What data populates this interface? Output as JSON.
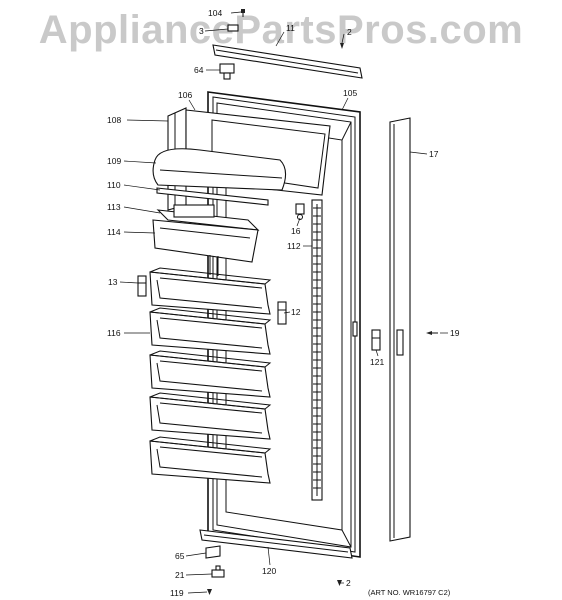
{
  "watermark": "AppliancePartsPros.com",
  "art_number": "(ART NO. WR16797 C2)",
  "parts": [
    {
      "id": "p104",
      "label": "104"
    },
    {
      "id": "p3",
      "label": "3"
    },
    {
      "id": "p11",
      "label": "11"
    },
    {
      "id": "p2a",
      "label": "2"
    },
    {
      "id": "p64",
      "label": "64"
    },
    {
      "id": "p106",
      "label": "106"
    },
    {
      "id": "p105",
      "label": "105"
    },
    {
      "id": "p108",
      "label": "108"
    },
    {
      "id": "p17",
      "label": "17"
    },
    {
      "id": "p109",
      "label": "109"
    },
    {
      "id": "p110",
      "label": "110"
    },
    {
      "id": "p113",
      "label": "113"
    },
    {
      "id": "p16",
      "label": "16"
    },
    {
      "id": "p114",
      "label": "114"
    },
    {
      "id": "p112",
      "label": "112"
    },
    {
      "id": "p13",
      "label": "13"
    },
    {
      "id": "p12",
      "label": "12"
    },
    {
      "id": "p116",
      "label": "116"
    },
    {
      "id": "p19",
      "label": "19"
    },
    {
      "id": "p121",
      "label": "121"
    },
    {
      "id": "p65",
      "label": "65"
    },
    {
      "id": "p120",
      "label": "120"
    },
    {
      "id": "p21",
      "label": "21"
    },
    {
      "id": "p119",
      "label": "119"
    },
    {
      "id": "p2b",
      "label": "2"
    }
  ]
}
